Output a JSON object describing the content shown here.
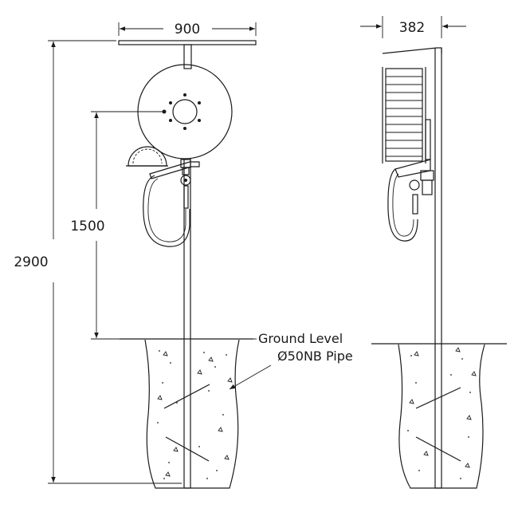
{
  "dimensions": {
    "top_width": "900",
    "side_depth": "382",
    "total_height": "2900",
    "reel_centre_height": "1500"
  },
  "annotations": {
    "ground_level": "Ground Level",
    "pipe_spec": "Ø50NB Pipe"
  },
  "colors": {
    "line": "#1a1a1a",
    "background": "#ffffff"
  }
}
